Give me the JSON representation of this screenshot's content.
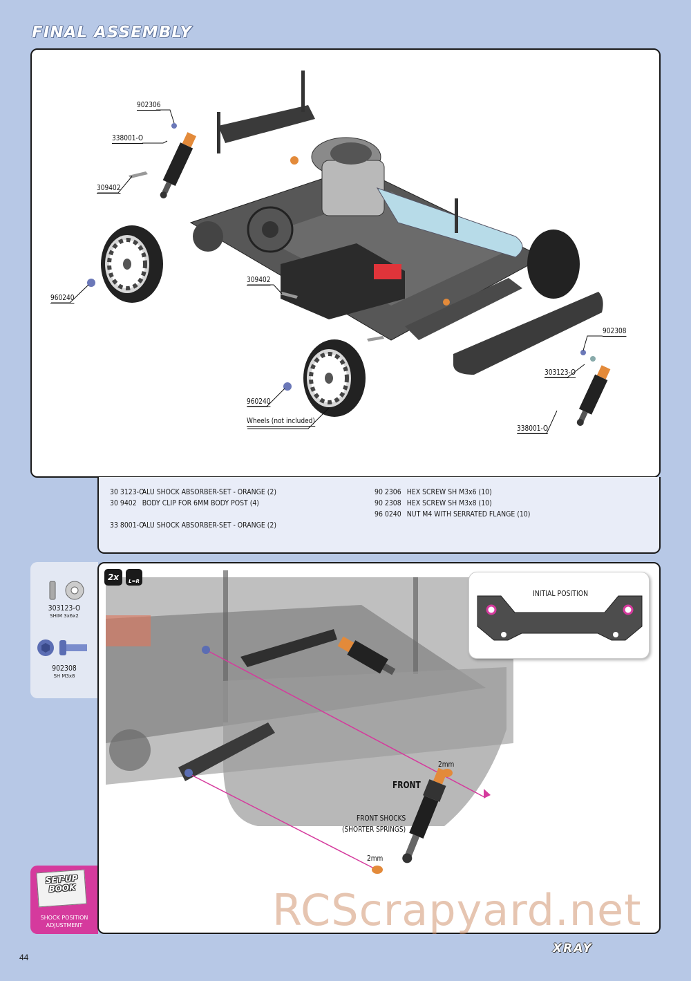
{
  "page": {
    "title": "FINAL ASSEMBLY",
    "page_number": "44",
    "brand": "XRAY",
    "watermark": "RCScrapyard.net"
  },
  "diagram_top": {
    "callouts": {
      "c1": "902306",
      "c2": "338001-O",
      "c3": "309402",
      "c4": "960240",
      "c5": "309402",
      "c6": "902308",
      "c7": "303123-O",
      "c8": "960240",
      "c9": "Wheels (not included)",
      "c10": "338001-O"
    }
  },
  "parts_list": {
    "left": [
      {
        "code": "30 3123-O",
        "desc": "ALU SHOCK ABSORBER-SET - ORANGE (2)"
      },
      {
        "code": "30 9402",
        "desc": "BODY CLIP FOR 6MM BODY POST (4)"
      },
      {
        "code": "33 8001-O",
        "desc": "ALU SHOCK ABSORBER-SET - ORANGE (2)"
      }
    ],
    "right": [
      {
        "code": "90 2306",
        "desc": "HEX SCREW SH M3x6  (10)"
      },
      {
        "code": "90 2308",
        "desc": "HEX SCREW SH M3x8  (10)"
      },
      {
        "code": "96 0240",
        "desc": "NUT M4 WITH SERRATED FLANGE  (10)"
      }
    ]
  },
  "sidebar": {
    "item1_code": "303123-O",
    "item1_sub": "SHIM 3x6x2",
    "item2_code": "902308",
    "item2_sub": "SH M3x8"
  },
  "step": {
    "qty": "2x",
    "lr": "L=R",
    "initial_position": "INITIAL POSITION",
    "front": "FRONT",
    "front_shocks": "FRONT SHOCKS",
    "shorter_springs": "(SHORTER SPRINGS)",
    "shim_top": "2mm",
    "shim_bottom": "2mm"
  },
  "setup_book": {
    "line1": "SET-UP",
    "line2": "BOOK",
    "caption1": "SHOCK POSITION",
    "caption2": "ADJUSTMENT"
  },
  "colors": {
    "page_bg": "#b7c8e6",
    "accent_orange": "#e38a3a",
    "magenta": "#d53a9d",
    "carbon": "#3a3a3a"
  }
}
